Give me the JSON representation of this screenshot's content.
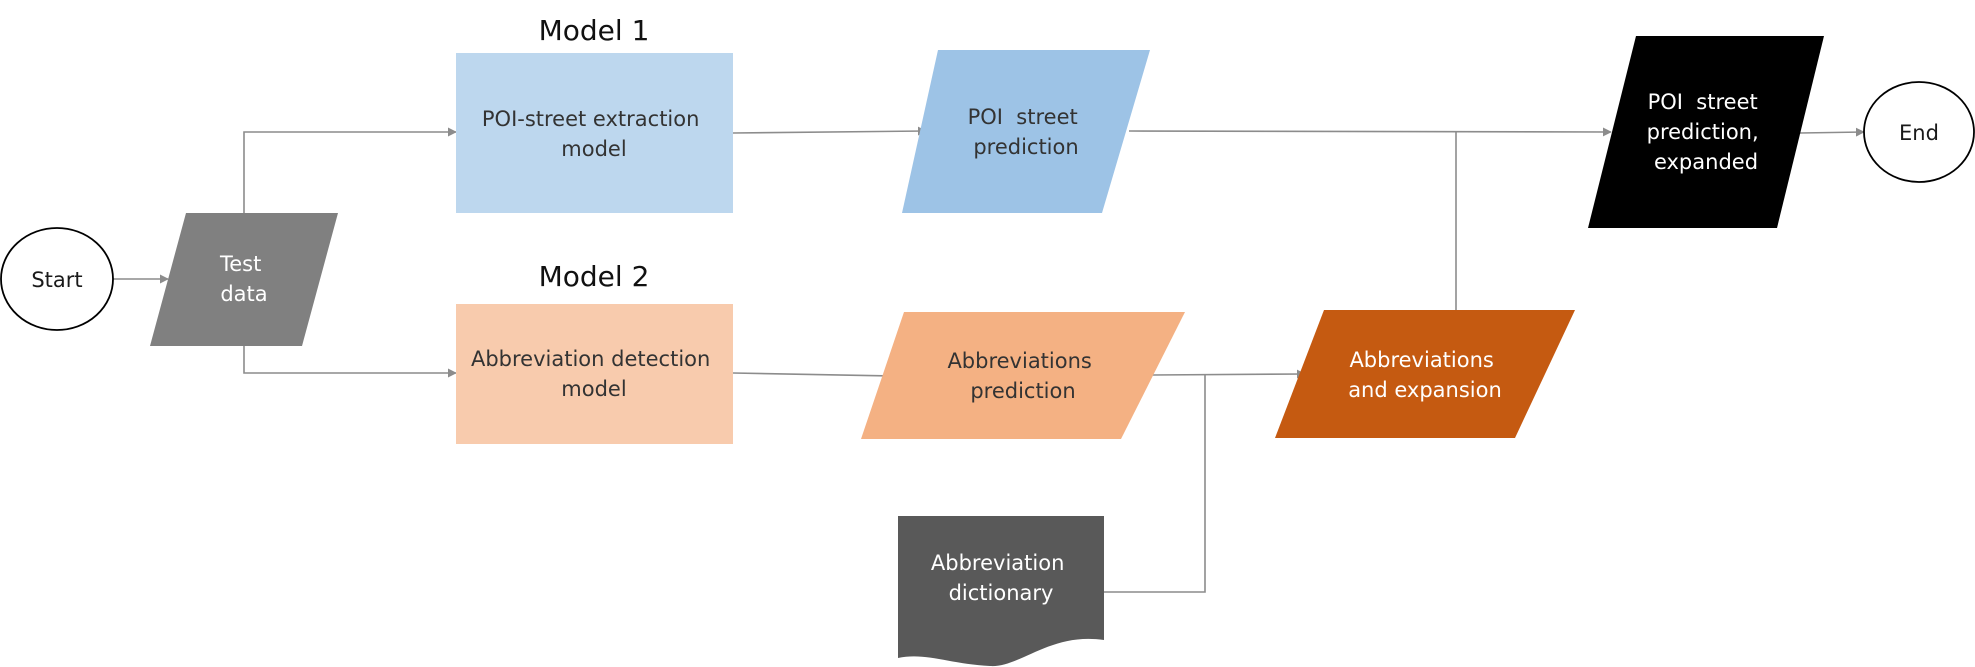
{
  "titles": {
    "model1": "Model 1",
    "model2": "Model 2"
  },
  "nodes": {
    "start": {
      "label": "Start"
    },
    "test_data": {
      "lines": [
        "Test",
        "data"
      ]
    },
    "poi_model": {
      "lines": [
        "POI-street extraction",
        "model"
      ]
    },
    "abbr_model": {
      "lines": [
        "Abbreviation detection",
        "model"
      ]
    },
    "poi_prediction": {
      "lines": [
        "POI  street",
        "prediction"
      ]
    },
    "abbr_prediction": {
      "lines": [
        "Abbreviations",
        "prediction"
      ]
    },
    "abbr_dictionary": {
      "lines": [
        "Abbreviation",
        "dictionary"
      ]
    },
    "abbr_expansion": {
      "lines": [
        "Abbreviations",
        "and expansion"
      ]
    },
    "poi_expanded": {
      "lines": [
        "POI  street",
        "prediction,",
        "expanded"
      ]
    },
    "end": {
      "label": "End"
    }
  },
  "colors": {
    "edge": "#8c8c8c",
    "start_end_fill": "#ffffff",
    "test_data_fill": "#808080",
    "poi_model_fill": "#bdd7ee",
    "poi_prediction_fill": "#9dc3e6",
    "abbr_model_fill": "#f8cbad",
    "abbr_prediction_fill": "#f4b183",
    "abbr_dictionary_fill": "#595959",
    "abbr_expansion_fill": "#c55a11",
    "poi_expanded_fill": "#000000"
  }
}
